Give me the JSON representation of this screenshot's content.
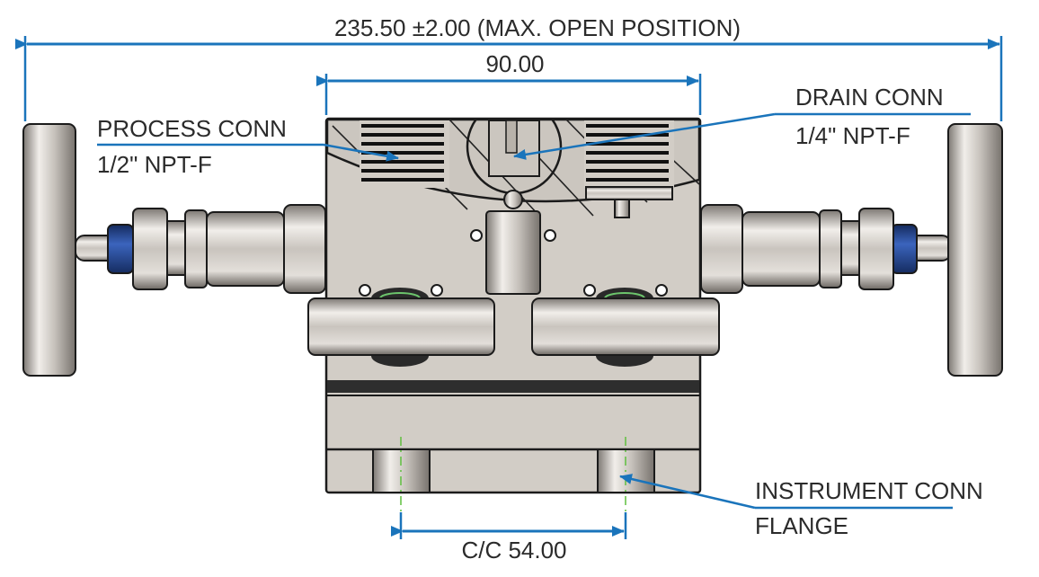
{
  "dimensions": {
    "overall": "235.50 ±2.00 (MAX. OPEN POSITION)",
    "body_width": "90.00",
    "center_to_center": "C/C 54.00"
  },
  "callouts": {
    "process": {
      "line1": "PROCESS CONN",
      "line2": "1/2\" NPT-F"
    },
    "drain": {
      "line1": "DRAIN CONN",
      "line2": "1/4\" NPT-F"
    },
    "instrument": {
      "line1": "INSTRUMENT CONN",
      "line2": "FLANGE"
    }
  },
  "colors": {
    "dimension": "#1a74bb",
    "body": "#d2cdc6",
    "centerline": "#5fbf3f",
    "cap": "#2b4f9e"
  }
}
